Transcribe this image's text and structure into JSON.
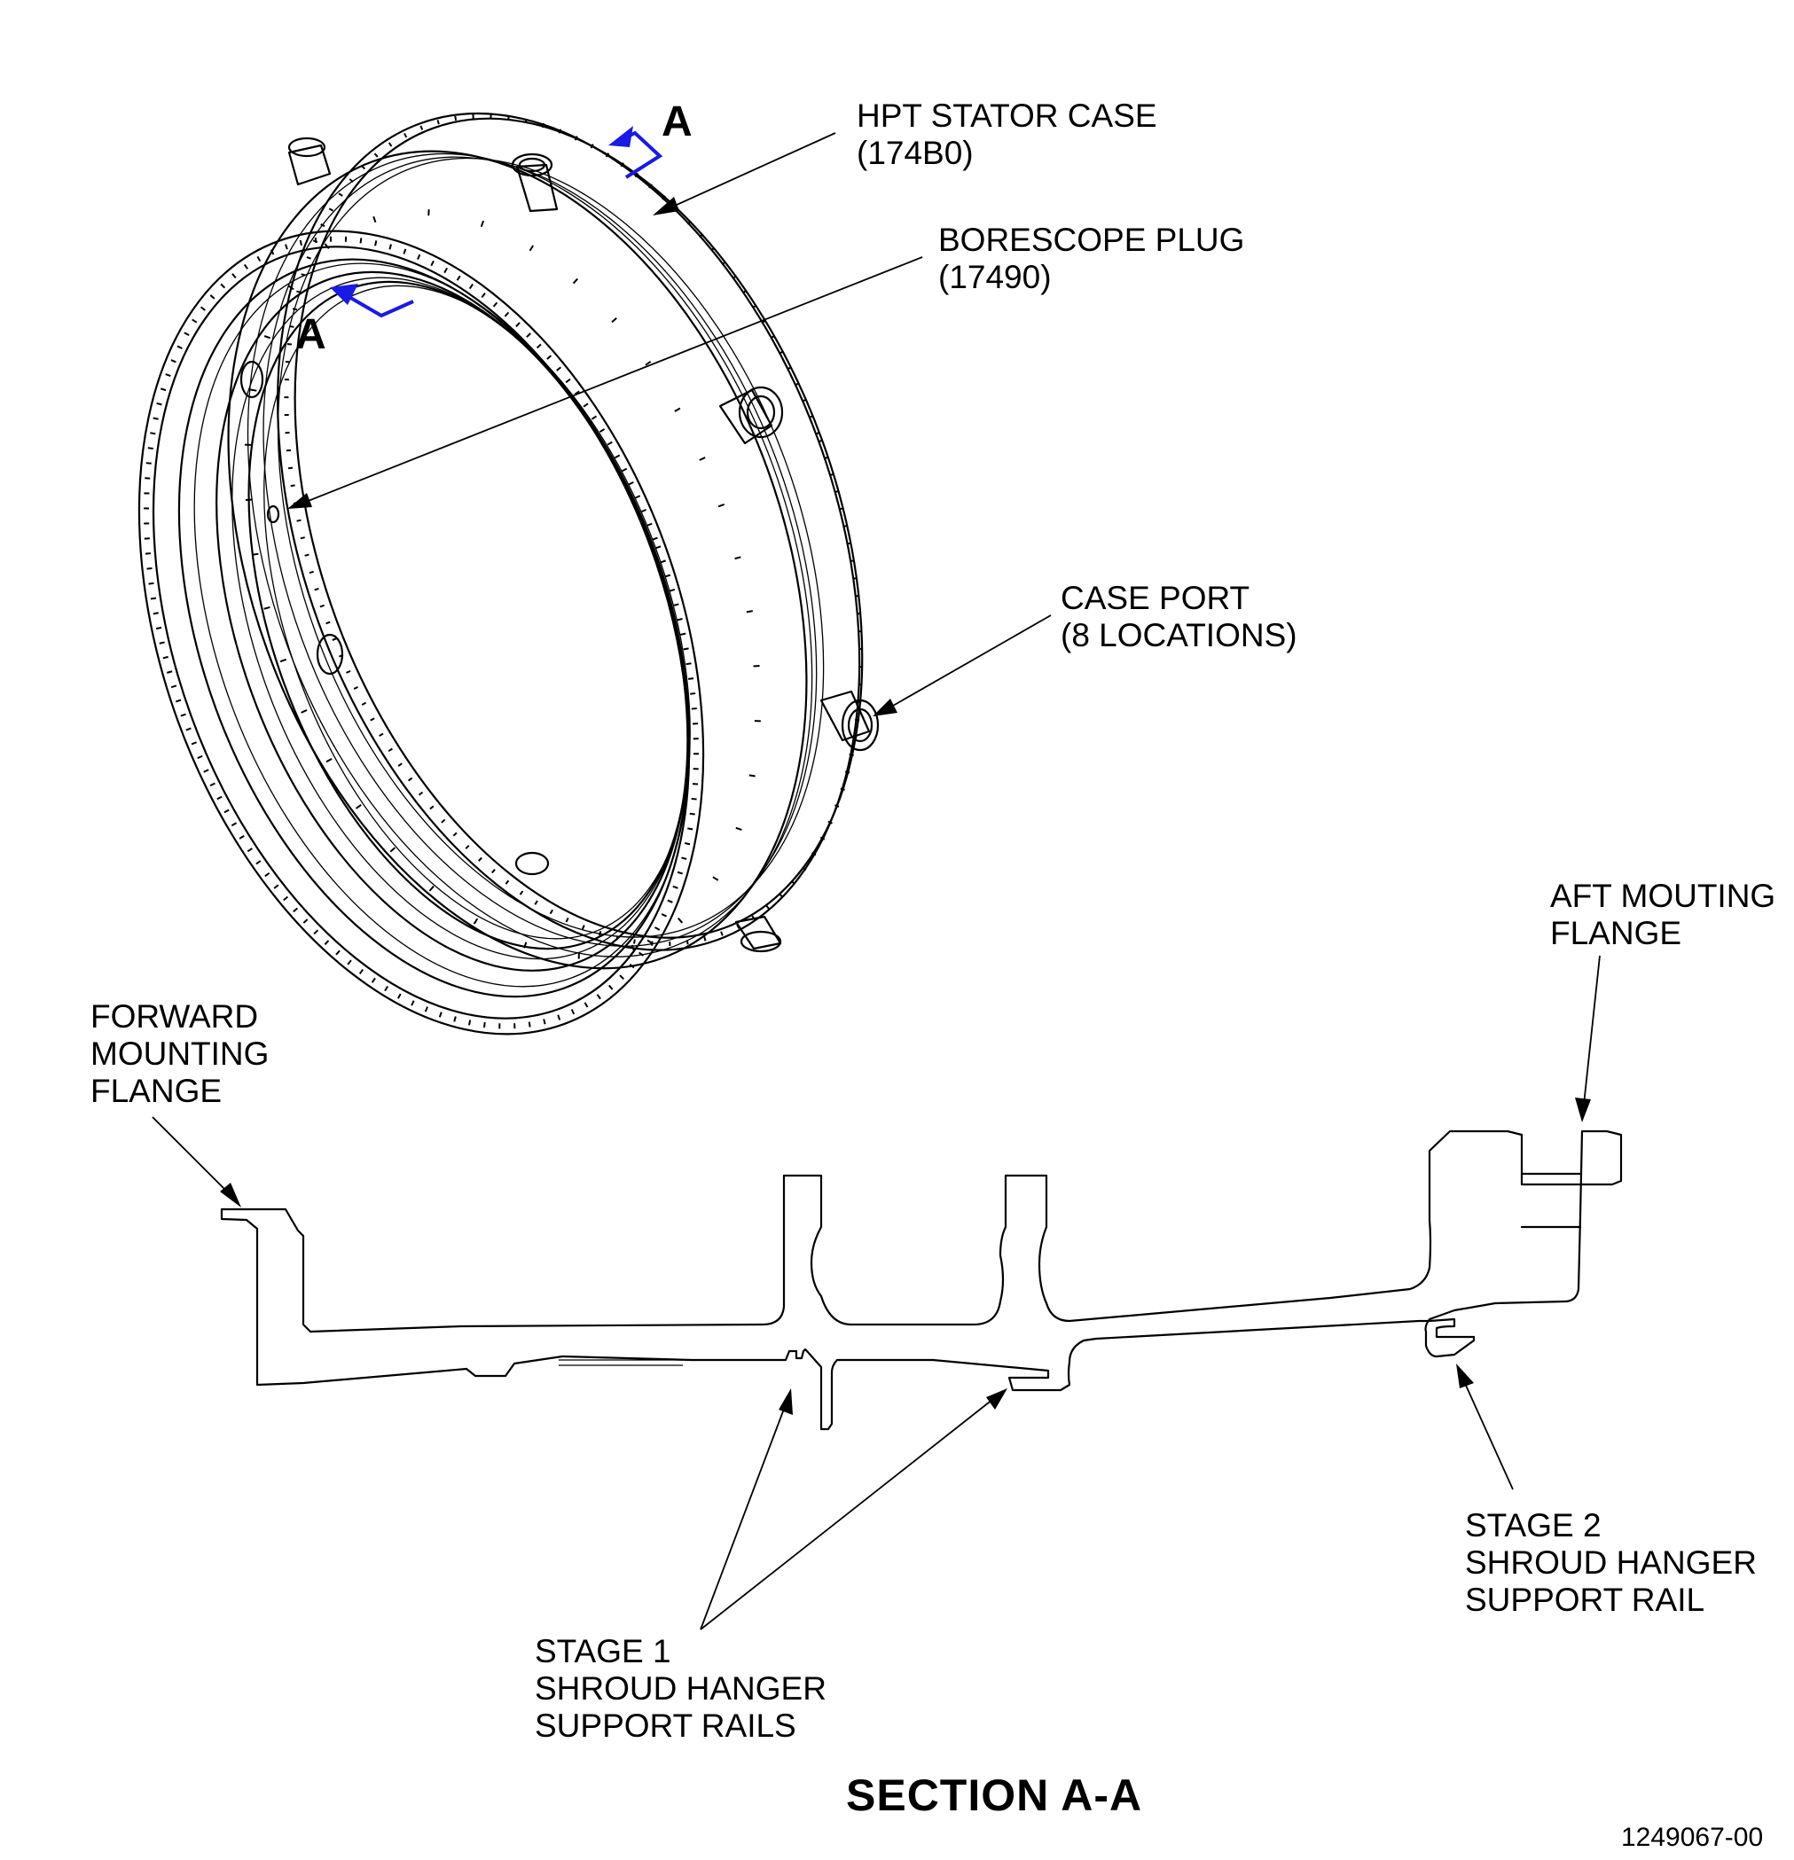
{
  "callouts": {
    "hpt_stator_case": {
      "line1": "HPT STATOR CASE",
      "line2": "(174B0)"
    },
    "borescope_plug": {
      "line1": "BORESCOPE PLUG",
      "line2": "(17490)"
    },
    "case_port": {
      "line1": "CASE PORT",
      "line2": "(8 LOCATIONS)"
    },
    "aft_mounting_flange": {
      "line1": "AFT MOUTING",
      "line2": "FLANGE"
    },
    "forward_mounting_flange": {
      "line1": "FORWARD",
      "line2": "MOUNTING",
      "line3": "FLANGE"
    },
    "stage1_rails": {
      "line1": "STAGE 1",
      "line2": "SHROUD HANGER",
      "line3": "SUPPORT RAILS"
    },
    "stage2_rail": {
      "line1": "STAGE 2",
      "line2": "SHROUD HANGER",
      "line3": "SUPPORT RAIL"
    }
  },
  "section_markers": {
    "upper": "A",
    "lower": "A"
  },
  "section_title": "SECTION A-A",
  "figure_number": "1249067-00",
  "colors": {
    "section_arrow": "#1a1ae6",
    "linework": "#000000"
  }
}
